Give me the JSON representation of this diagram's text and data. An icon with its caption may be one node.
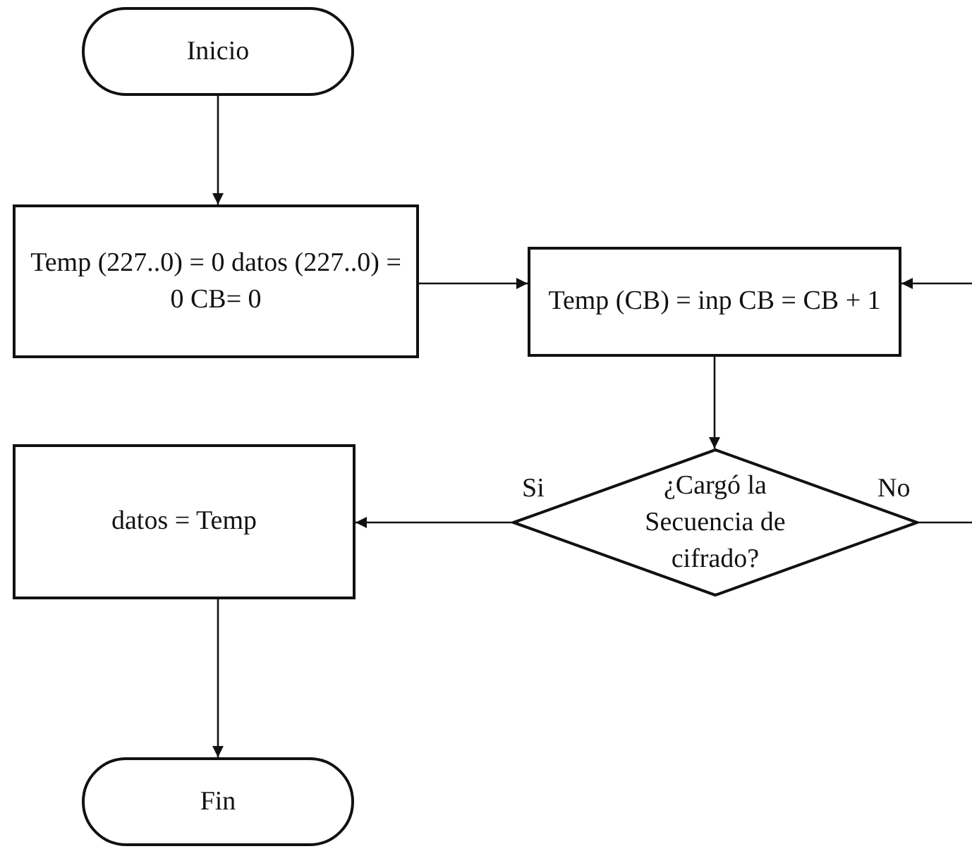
{
  "diagram": {
    "nodes": [
      {
        "text": [
          "Inicio"
        ]
      },
      {
        "text": [
          "Temp (227..0) = 0 datos (227..0) = 0 CB= 0"
        ]
      },
      {
        "text": [
          "Temp (CB) = inp CB = CB + 1"
        ]
      },
      {
        "text": [
          "¿Cargó la Secuencia de cifrado?"
        ]
      },
      {
        "text": [
          "datos = Temp"
        ]
      },
      {
        "text": [
          "Fin"
        ]
      }
    ],
    "edges": [
      {
        "from": 0,
        "to": 1,
        "arrow": "to"
      },
      {
        "from": 1,
        "to": 2,
        "arrow": "to"
      },
      {
        "from": 2,
        "to": 3,
        "arrow": "to"
      },
      {
        "from": 3,
        "to": 4,
        "arrow": "to",
        "label": "Si"
      },
      {
        "from": 3,
        "to": null,
        "arrow": "none",
        "label": "No"
      },
      {
        "from": null,
        "to": 2,
        "arrow": "to"
      },
      {
        "from": 4,
        "to": 5,
        "arrow": "to"
      }
    ]
  }
}
